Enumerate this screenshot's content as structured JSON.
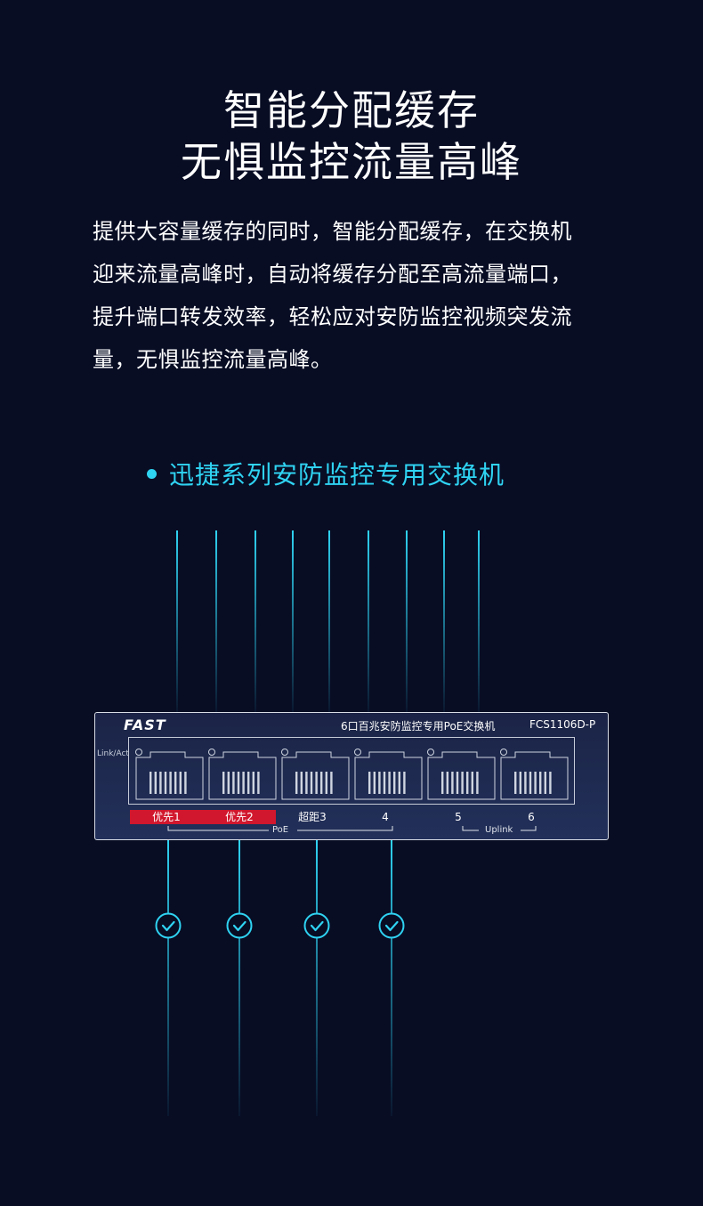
{
  "heading": {
    "line1": "智能分配缓存",
    "line2": "无惧监控流量高峰"
  },
  "description": {
    "line1": "提供大容量缓存的同时，智能分配缓存，在交换机",
    "line2": "迎来流量高峰时，自动将缓存分配至高流量端口，",
    "line3": "提升端口转发效率，轻松应对安防监控视频突发流",
    "line4": "量，无惧监控流量高峰。"
  },
  "feature": {
    "label": "迅捷系列安防监控专用交换机"
  },
  "switch": {
    "brand": "FAST",
    "model_desc": "6口百兆安防监控专用PoE交换机",
    "model_no": "FCS1106D-P",
    "link_act": "Link/Act",
    "ports": [
      {
        "label": "优先1",
        "highlight": true
      },
      {
        "label": "优先2",
        "highlight": true
      },
      {
        "label": "超距3",
        "highlight": false
      },
      {
        "label": "4",
        "highlight": false
      },
      {
        "label": "5",
        "highlight": false
      },
      {
        "label": "6",
        "highlight": false
      }
    ],
    "poe_group": "PoE",
    "uplink_group": "Uplink"
  },
  "colors": {
    "background": "#080d24",
    "accent": "#2fd3f2",
    "priority_red": "#d1172d"
  },
  "checks": [
    "check-icon",
    "check-icon",
    "check-icon",
    "check-icon"
  ]
}
